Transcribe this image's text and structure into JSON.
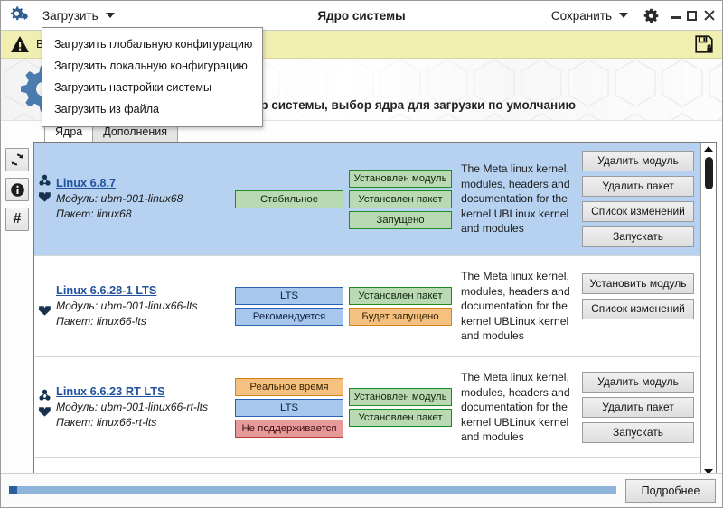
{
  "window": {
    "title": "Ядро системы",
    "app_icon": "gears-icon",
    "controls": {
      "minimize": "minimize-icon",
      "maximize": "maximize-icon",
      "close": "close-icon"
    }
  },
  "toolbar": {
    "load_menu_label": "Загрузить",
    "save_menu_label": "Сохранить",
    "settings_icon": "gear-icon"
  },
  "load_menu": {
    "open": true,
    "items": [
      "Загрузить глобальную конфигурацию",
      "Загрузить локальную конфигурацию",
      "Загрузить настройки системы",
      "Загрузить из файла"
    ]
  },
  "warning": {
    "icon": "warning-triangle-icon",
    "text": "В",
    "save_icon": "save-lock-icon",
    "background": "#f0eeb0"
  },
  "hero": {
    "title": "Загрузка и установка ядер системы, выбор ядра для загрузки по умолчанию",
    "gear_icon": "gear-graphic"
  },
  "tabs": [
    {
      "label": "Ядра",
      "active": true
    },
    {
      "label": "Дополнения",
      "active": false
    }
  ],
  "side_tools": [
    {
      "name": "refresh-button",
      "glyph": "⟳"
    },
    {
      "name": "info-button",
      "glyph": "ℹ"
    },
    {
      "name": "hash-button",
      "glyph": "#"
    }
  ],
  "list": {
    "labels": {
      "module": "Модуль:",
      "package": "Пакет:"
    },
    "rows": [
      {
        "selected": true,
        "name": "Linux 6.8.7",
        "module": "Модуль: ubm-001-linux68",
        "package": "Пакет: linux68",
        "has_module_icon": true,
        "has_package_icon": true,
        "tags_left": [
          {
            "text": "Стабильное",
            "color": "green"
          }
        ],
        "tags_right": [
          {
            "text": "Установлен модуль",
            "color": "green"
          },
          {
            "text": "Установлен пакет",
            "color": "green"
          },
          {
            "text": "Запущено",
            "color": "green"
          }
        ],
        "description": "The Meta linux kernel, modules, headers and documentation for the kernel UBLinux kernel and modules",
        "actions": [
          "Удалить модуль",
          "Удалить пакет",
          "Список изменений",
          "Запускать"
        ]
      },
      {
        "selected": false,
        "name": "Linux 6.6.28-1 LTS",
        "module": "Модуль: ubm-001-linux66-lts",
        "package": "Пакет: linux66-lts",
        "has_module_icon": false,
        "has_package_icon": true,
        "tags_left": [
          {
            "text": "LTS",
            "color": "blue"
          },
          {
            "text": "Рекомендуется",
            "color": "blue"
          }
        ],
        "tags_right": [
          {
            "text": "Установлен пакет",
            "color": "green"
          },
          {
            "text": "Будет запущено",
            "color": "orange"
          }
        ],
        "description": "The Meta linux kernel, modules, headers and documentation for the kernel UBLinux kernel and modules",
        "actions": [
          "Установить модуль",
          "Список изменений"
        ]
      },
      {
        "selected": false,
        "name": "Linux 6.6.23 RT LTS",
        "module": "Модуль: ubm-001-linux66-rt-lts",
        "package": "Пакет: linux66-rt-lts",
        "has_module_icon": true,
        "has_package_icon": true,
        "tags_left": [
          {
            "text": "Реальное время",
            "color": "orange"
          },
          {
            "text": "LTS",
            "color": "blue"
          },
          {
            "text": "Не поддерживается",
            "color": "red"
          }
        ],
        "tags_right": [
          {
            "text": "Установлен модуль",
            "color": "green"
          },
          {
            "text": "Установлен пакет",
            "color": "green"
          }
        ],
        "description": "The Meta linux kernel, modules, headers and documentation for the kernel UBLinux kernel and modules",
        "actions": [
          "Удалить модуль",
          "Удалить пакет",
          "Запускать"
        ]
      }
    ]
  },
  "statusbar": {
    "details_label": "Подробнее",
    "progress_percent": 2,
    "progress_track_color": "#8fb4d9",
    "progress_fill_color": "#2a5f9e"
  },
  "colors": {
    "selection": "#b6d2f0",
    "link": "#23529e",
    "warning_bg": "#f0eeb0",
    "tag_green_bg": "#b9d9b2",
    "tag_blue_bg": "#a8c7ec",
    "tag_orange_bg": "#f4c180",
    "tag_red_bg": "#e79a9a"
  }
}
